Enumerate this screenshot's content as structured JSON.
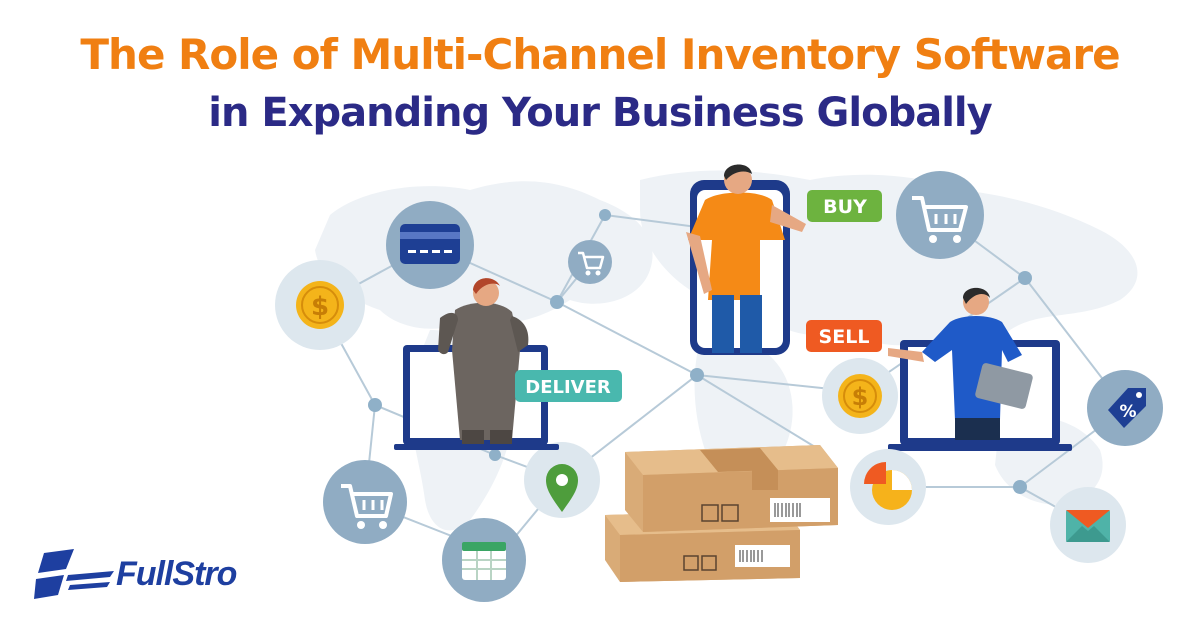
{
  "headline": {
    "line1": "The Role of Multi-Channel Inventory Software",
    "line2": "in Expanding Your Business Globally"
  },
  "tags": {
    "buy": "BUY",
    "sell": "SELL",
    "deliver": "DELIVER",
    "percent": "%"
  },
  "brand": {
    "name": "FullStro"
  },
  "colors": {
    "title_orange": "#f07f12",
    "title_navy": "#2b2a86",
    "buy_green": "#6db33f",
    "sell_orange": "#ef5a22",
    "deliver_teal": "#49b8ae",
    "icon_circle": "#90acc3",
    "light_circle": "#dde7ee",
    "frame_blue": "#1e3a8a"
  },
  "icons": [
    "credit-card-icon",
    "dollar-coin-icon",
    "shopping-cart-icon",
    "spreadsheet-icon",
    "location-pin-icon",
    "pie-chart-icon",
    "envelope-icon",
    "discount-tag-icon",
    "cardboard-box-icon"
  ]
}
